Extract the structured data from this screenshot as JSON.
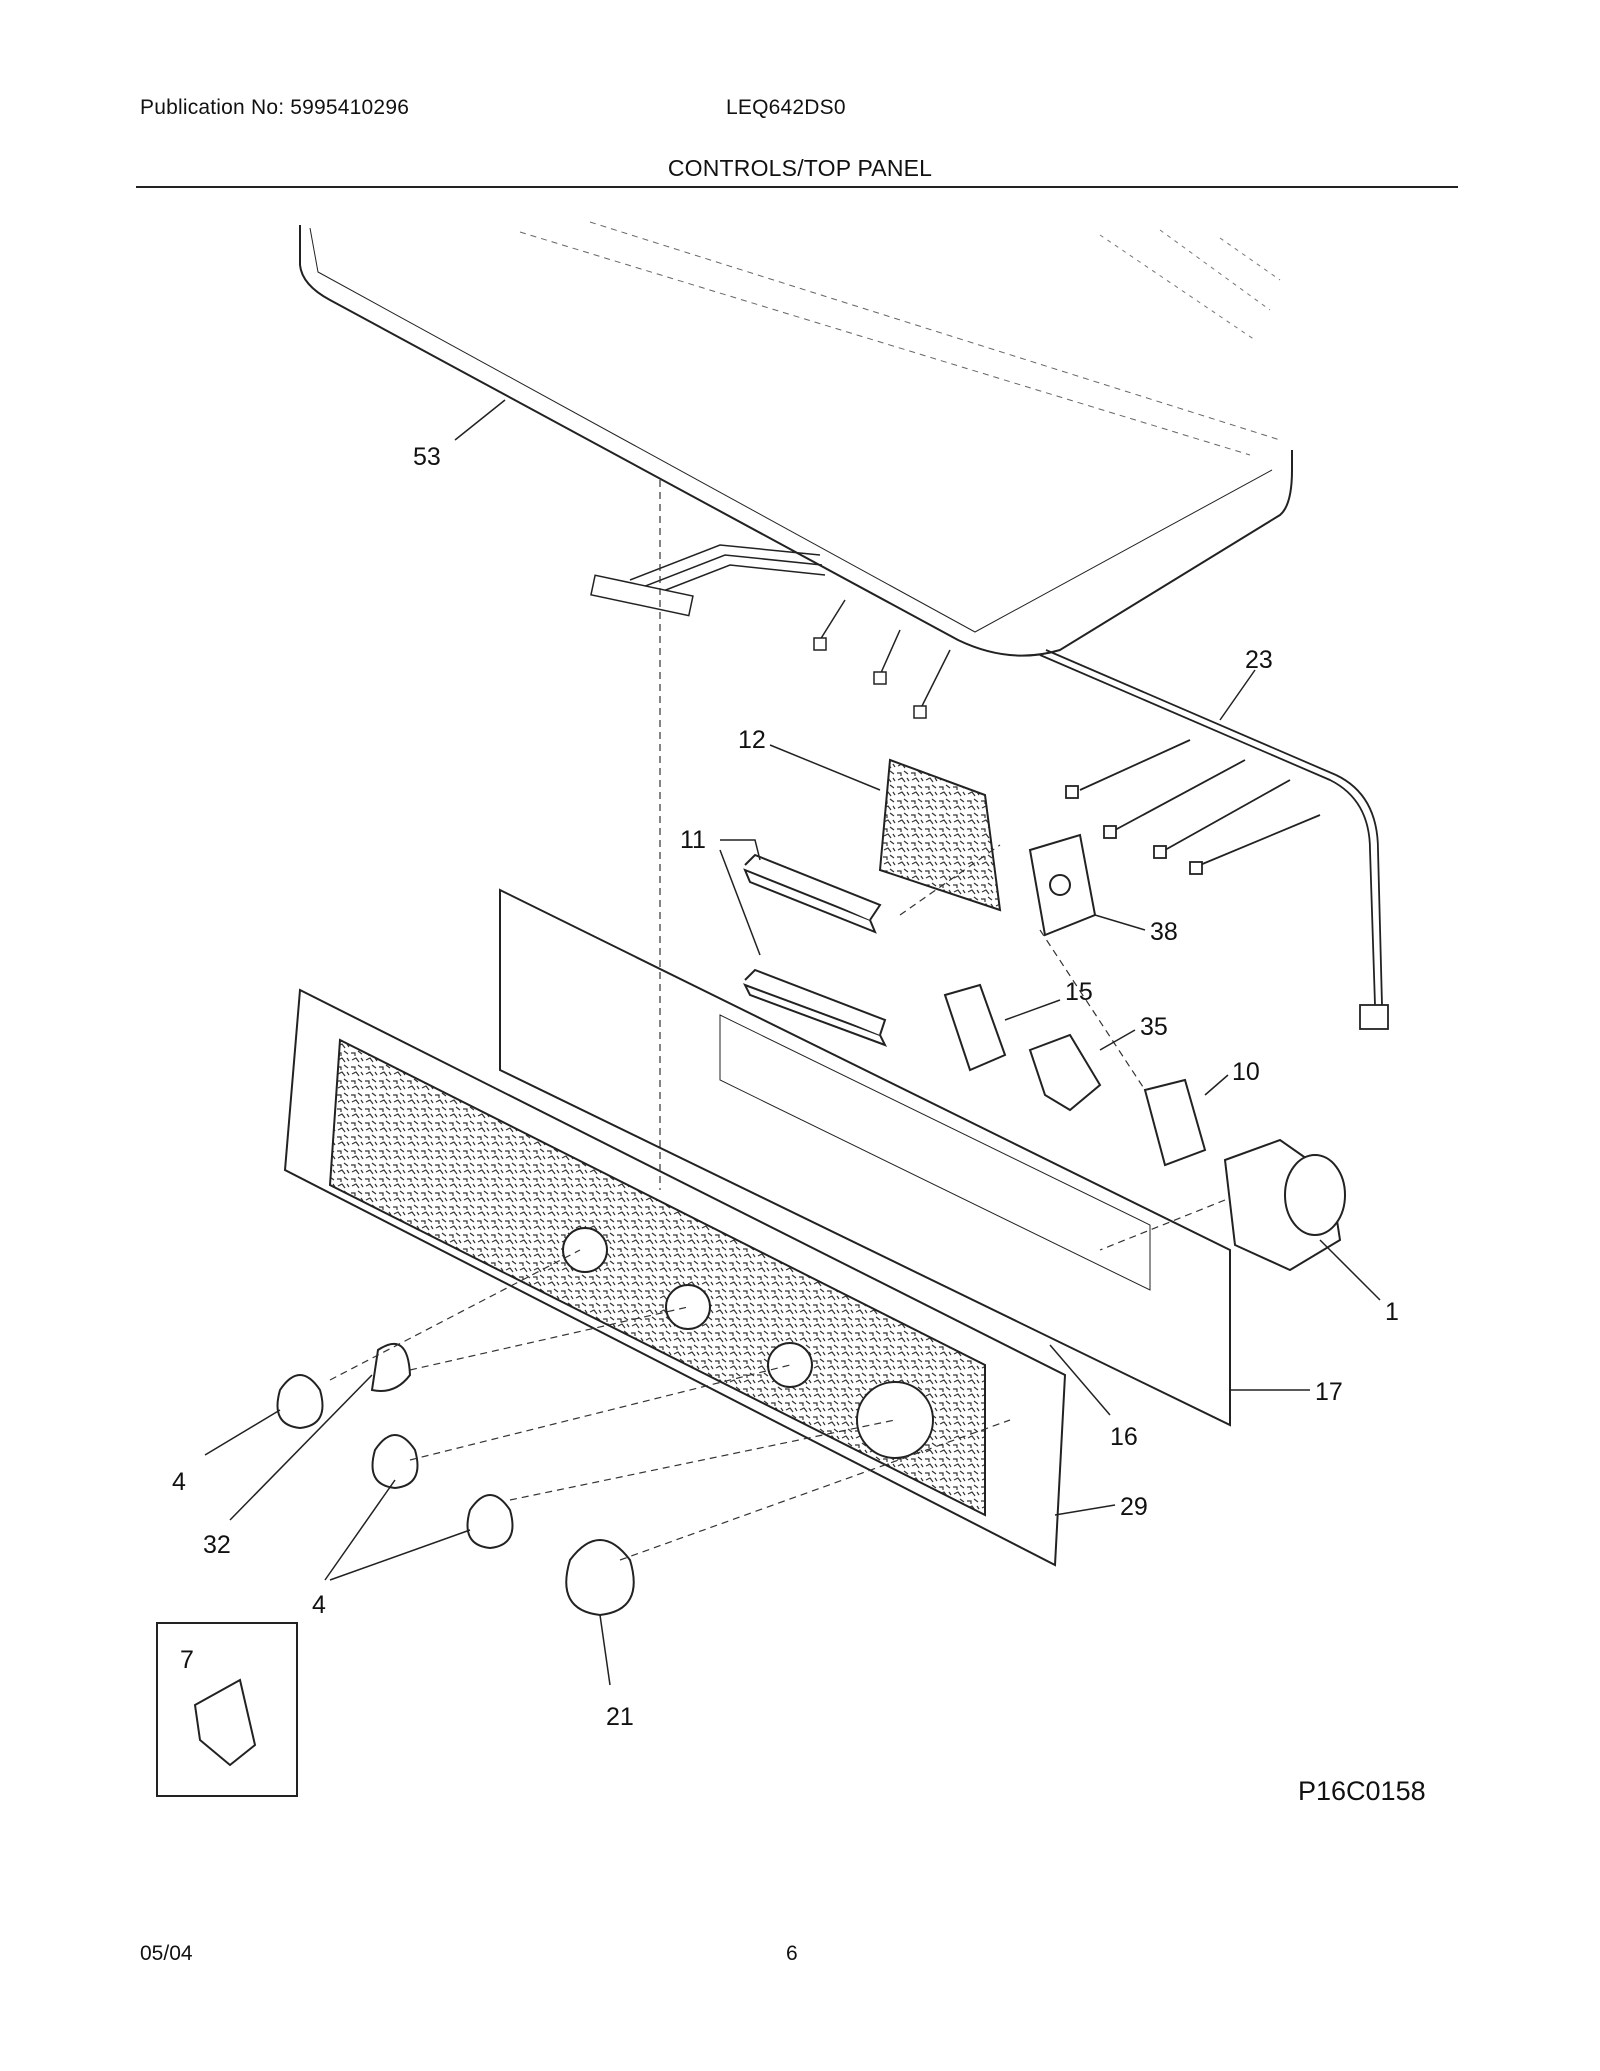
{
  "header": {
    "publication": "Publication No: 5995410296",
    "model": "LEQ642DS0",
    "title": "CONTROLS/TOP PANEL"
  },
  "figure": {
    "code": "P16C0158",
    "part_labels": [
      "53",
      "23",
      "12",
      "11",
      "38",
      "15",
      "35",
      "10",
      "1",
      "17",
      "16",
      "29",
      "4",
      "32",
      "4",
      "21",
      "7"
    ]
  },
  "footer": {
    "date": "05/04",
    "page": "6"
  }
}
